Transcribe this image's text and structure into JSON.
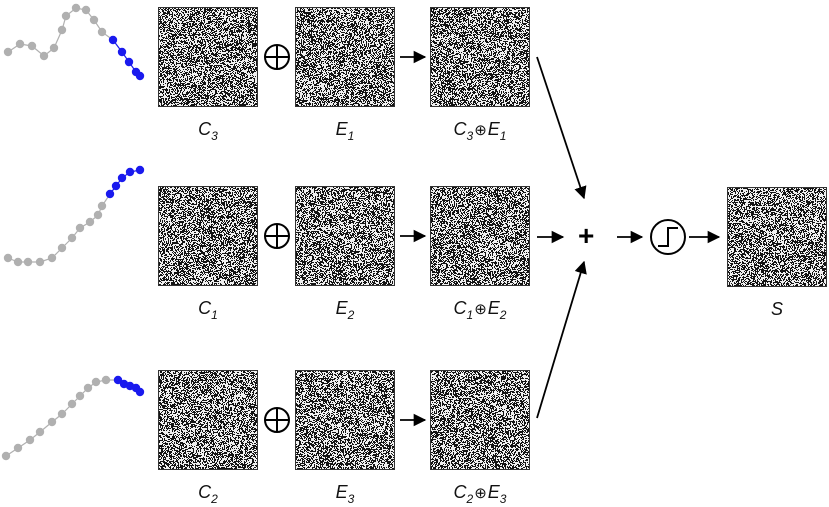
{
  "rows": [
    {
      "chain": {
        "trail_color": "#b0b0b0",
        "head_color": "#1a1aee"
      },
      "context": {
        "letter": "C",
        "index": "3"
      },
      "encoding": {
        "letter": "E",
        "index": "1"
      },
      "product": {
        "left_letter": "C",
        "left_index": "3",
        "operator": "⊕",
        "right_letter": "E",
        "right_index": "1"
      },
      "bind_operator": "⊕"
    },
    {
      "chain": {
        "trail_color": "#b0b0b0",
        "head_color": "#1a1aee"
      },
      "context": {
        "letter": "C",
        "index": "1"
      },
      "encoding": {
        "letter": "E",
        "index": "2"
      },
      "product": {
        "left_letter": "C",
        "left_index": "1",
        "operator": "⊕",
        "right_letter": "E",
        "right_index": "2"
      },
      "bind_operator": "⊕"
    },
    {
      "chain": {
        "trail_color": "#b0b0b0",
        "head_color": "#1a1aee"
      },
      "context": {
        "letter": "C",
        "index": "2"
      },
      "encoding": {
        "letter": "E",
        "index": "3"
      },
      "product": {
        "left_letter": "C",
        "left_index": "2",
        "operator": "⊕",
        "right_letter": "E",
        "right_index": "3"
      },
      "bind_operator": "⊕"
    }
  ],
  "sum_symbol": "+",
  "threshold_icon": "step-function-icon",
  "output": {
    "label": "S"
  }
}
